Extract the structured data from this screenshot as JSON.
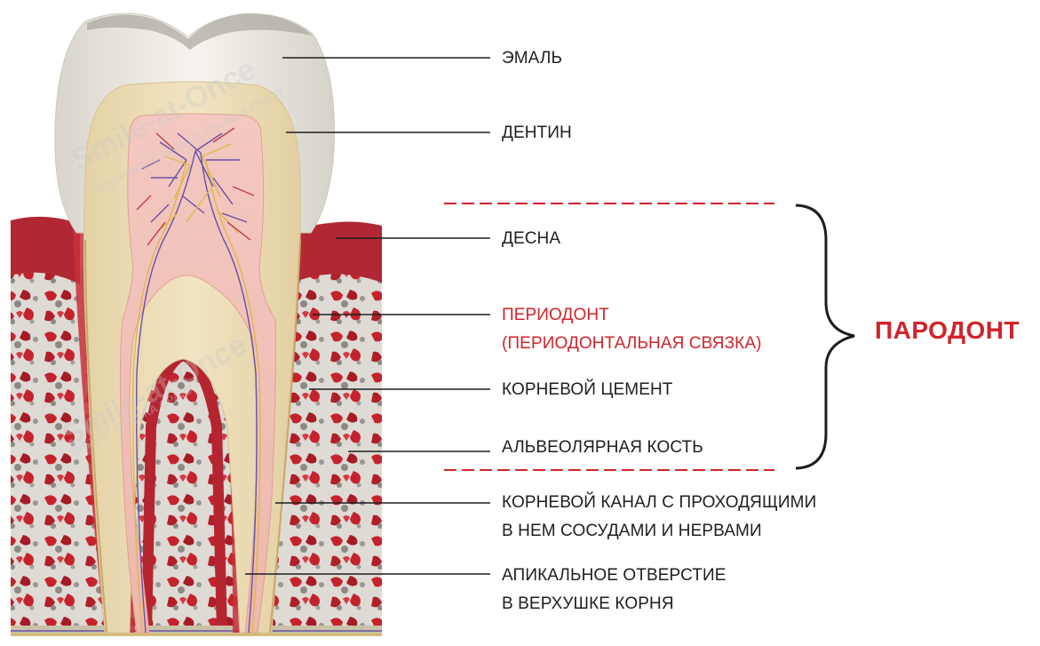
{
  "labels": {
    "enamel": "ЭМАЛЬ",
    "dentin": "ДЕНТИН",
    "gum": "ДЕСНА",
    "periodontium_line1": "ПЕРИОДОНТ",
    "periodontium_line2": "(ПЕРИОДОНТАЛЬНАЯ СВЯЗКА)",
    "cementum": "КОРНЕВОЙ ЦЕМЕНТ",
    "alveolar_bone": "АЛЬВЕОЛЯРНАЯ КОСТЬ",
    "root_canal_line1": "КОРНЕВОЙ КАНАЛ С ПРОХОДЯЩИМИ",
    "root_canal_line2": "В НЕМ СОСУДАМИ И НЕРВАМИ",
    "apical_line1": "АПИКАЛЬНОЕ ОТВЕРСТИЕ",
    "apical_line2": "В ВЕРХУШКЕ КОРНЯ"
  },
  "group_label": "ПАРОДОНТ",
  "watermark": {
    "top": "Smile-at-Once",
    "top_sub": "ЗДОРОВЫЕ ЗУБЫ И УЛЫБКА СРАЗУ",
    "mid": "Smile-at-Once",
    "mid_sub": "ЗУБЫ И УЛЫБКА СРАЗУ"
  },
  "colors": {
    "accent_red": "#d2232a",
    "label_text": "#1e1e1e",
    "gum_red": "#b82a35",
    "enamel": "#f4f2ec",
    "dentin": "#eddcb4",
    "pulp": "#f2c9c0",
    "bone": "#dcd8d2"
  }
}
